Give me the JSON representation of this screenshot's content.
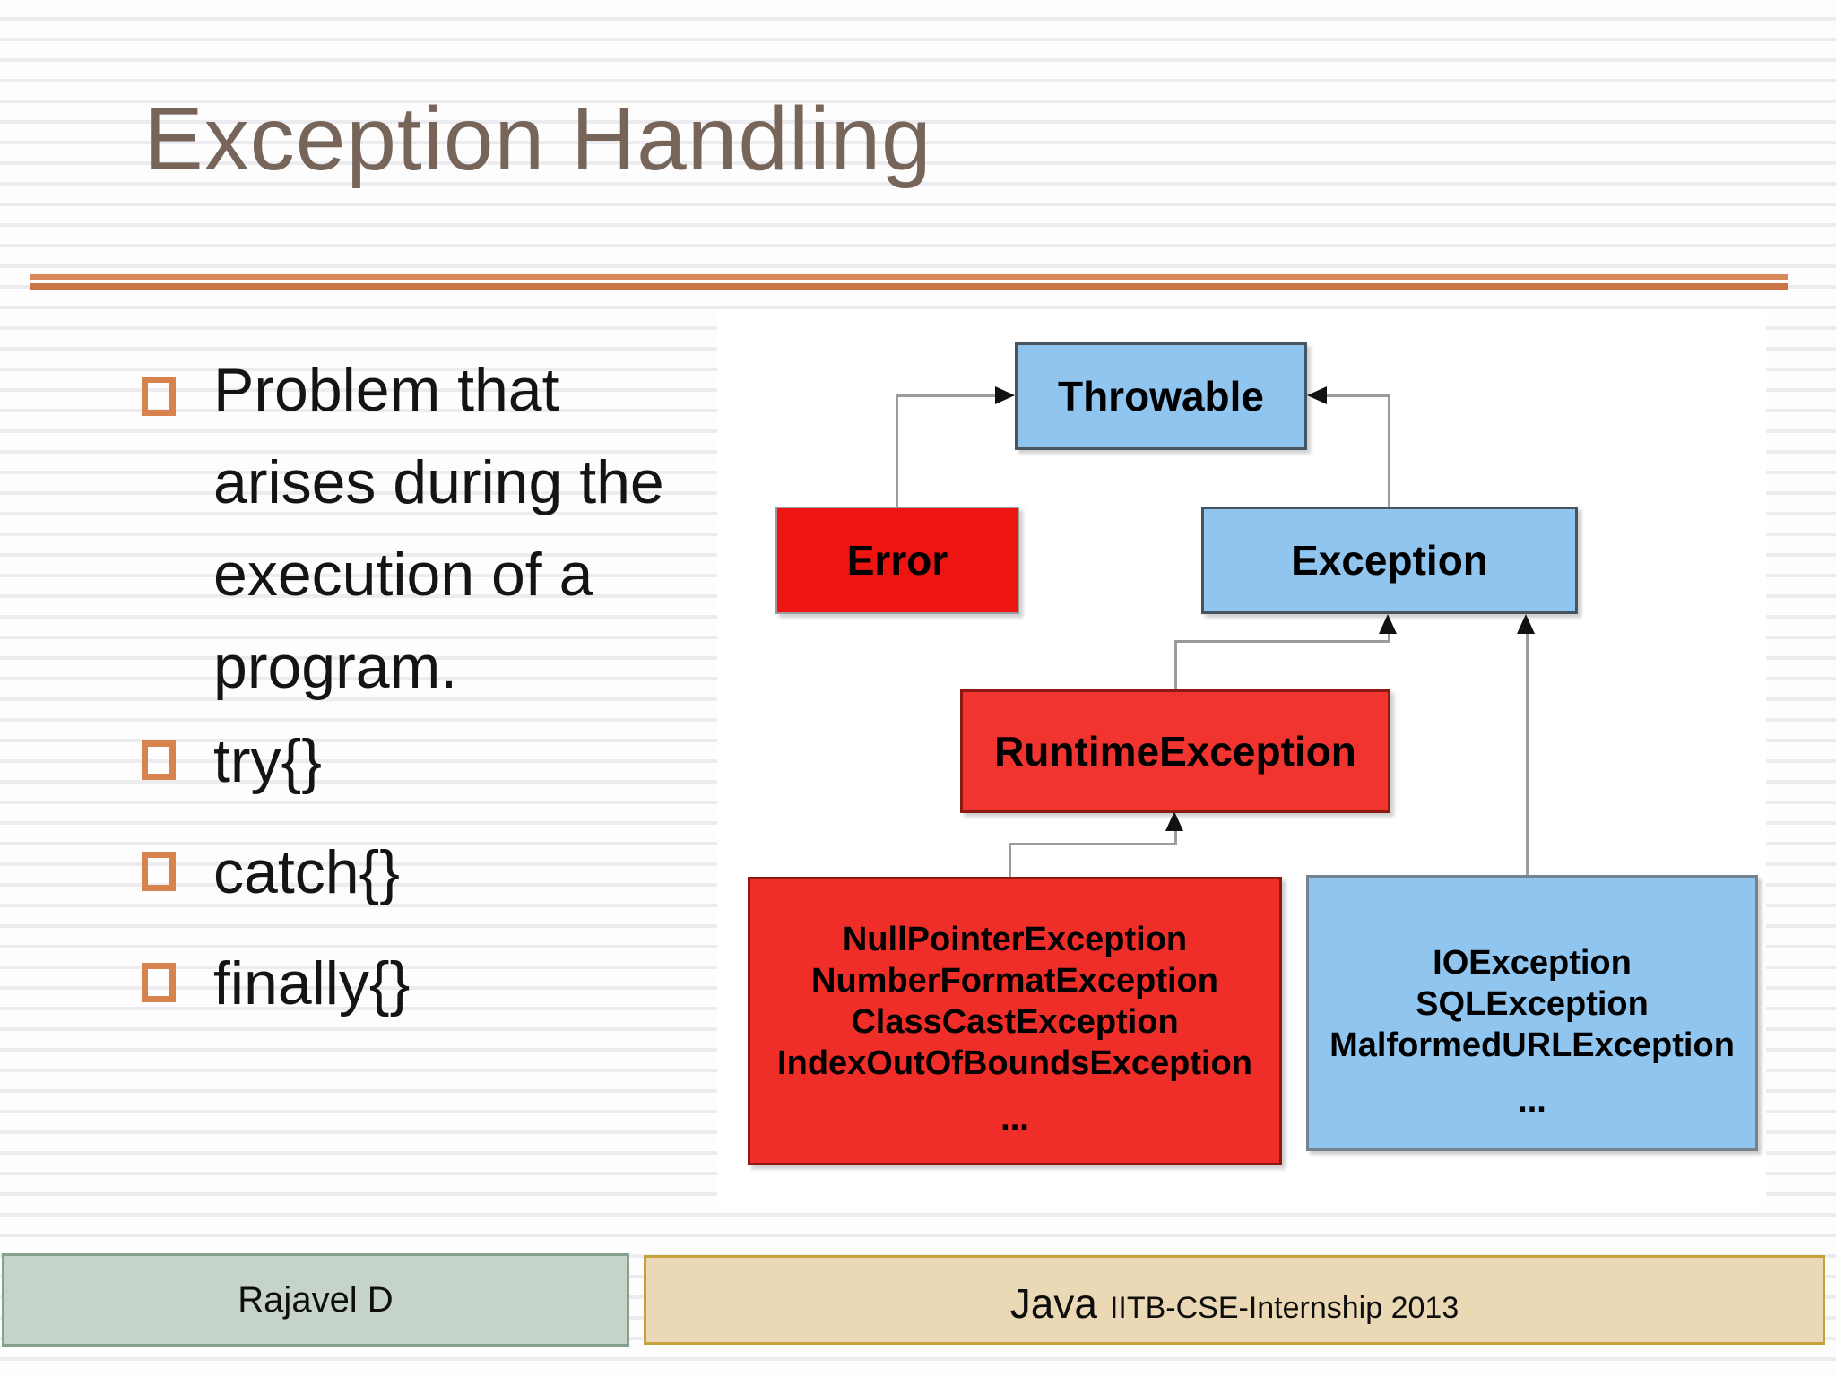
{
  "slide": {
    "title": "Exception Handling",
    "bullet_items": [
      {
        "lines": [
          "Problem that",
          "arises during the",
          "execution of a",
          "program."
        ]
      },
      {
        "lines": [
          "try{}"
        ]
      },
      {
        "lines": [
          "catch{}"
        ]
      },
      {
        "lines": [
          "finally{}"
        ]
      }
    ]
  },
  "diagram": {
    "type": "class-hierarchy",
    "nodes": [
      {
        "id": "throwable",
        "label": "Throwable",
        "fill": "#8fc5ee"
      },
      {
        "id": "error",
        "label": "Error",
        "fill": "#ee1411",
        "parent": "throwable"
      },
      {
        "id": "exception",
        "label": "Exception",
        "fill": "#8fc5ee",
        "parent": "throwable"
      },
      {
        "id": "runtime-exception",
        "label": "RuntimeException",
        "fill": "#f23431",
        "parent": "exception"
      },
      {
        "id": "runtime-subclasses",
        "fill": "#ef2e29",
        "parent": "runtime-exception",
        "lines": [
          "NullPointerException",
          "NumberFormatException",
          "ClassCastException",
          "IndexOutOfBoundsException",
          "..."
        ]
      },
      {
        "id": "checked-subclasses",
        "fill": "#8fc5ee",
        "parent": "exception",
        "lines": [
          "IOException",
          "SQLException",
          "MalformedURLException",
          "..."
        ]
      }
    ]
  },
  "footer": {
    "author": "Rajavel D",
    "course": "Java",
    "course_detail": "IITB-CSE-Internship 2013"
  },
  "colors": {
    "title": "#77655a",
    "separator": "#cc7347",
    "bullet_square": "#d8824e",
    "box_blue": "#8fc5ee",
    "box_red": "#ee1411",
    "connector": "#9b9b9b",
    "footer_green": "#c6d3c8",
    "footer_green_border": "#86a08d",
    "footer_tan": "#ead9b4",
    "footer_tan_border": "#c2a23b"
  }
}
